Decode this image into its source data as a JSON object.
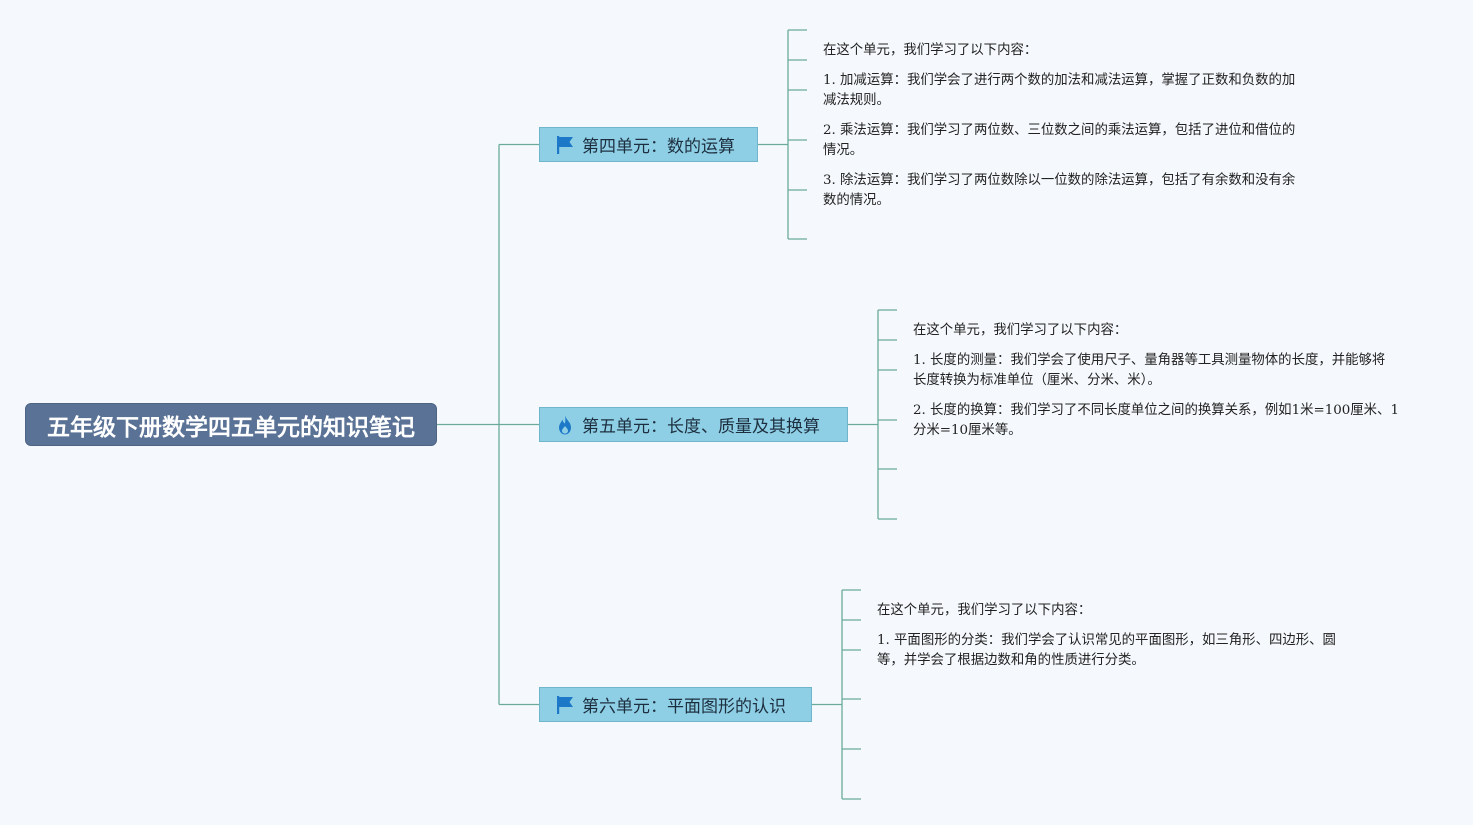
{
  "root": {
    "title": "五年级下册数学四五单元的知识笔记"
  },
  "colors": {
    "background": "#f5f9fd",
    "root": "#5a7295",
    "branch": "#8ecfe6",
    "connector": "#6aaa9a"
  },
  "branches": [
    {
      "title": "第四单元：数的运算",
      "icon": "flag-icon",
      "notes": [
        {
          "lines": [
            "在这个单元，我们学习了以下内容："
          ]
        },
        {
          "lines": [
            "1. 加减运算：我们学会了进行两个数的加法和减法运算，掌握了正数和负数的加",
            "减法规则。"
          ]
        },
        {
          "lines": [
            "2. 乘法运算：我们学习了两位数、三位数之间的乘法运算，包括了进位和借位的",
            "情况。"
          ]
        },
        {
          "lines": [
            "3. 除法运算：我们学习了两位数除以一位数的除法运算，包括了有余数和没有余",
            "数的情况。"
          ]
        }
      ]
    },
    {
      "title": "第五单元：长度、质量及其换算",
      "icon": "flame-icon",
      "notes": [
        {
          "lines": [
            "在这个单元，我们学习了以下内容："
          ]
        },
        {
          "lines": [
            "1. 长度的测量：我们学会了使用尺子、量角器等工具测量物体的长度，并能够将",
            "长度转换为标准单位（厘米、分米、米）。"
          ]
        },
        {
          "lines": [
            "2. 长度的换算：我们学习了不同长度单位之间的换算关系，例如1米=100厘米、1",
            "分米=10厘米等。"
          ]
        }
      ]
    },
    {
      "title": "第六单元：平面图形的认识",
      "icon": "flag-icon",
      "notes": [
        {
          "lines": [
            "在这个单元，我们学习了以下内容："
          ]
        },
        {
          "lines": [
            "1. 平面图形的分类：我们学会了认识常见的平面图形，如三角形、四边形、圆",
            "等，并学会了根据边数和角的性质进行分类。"
          ]
        }
      ]
    }
  ]
}
